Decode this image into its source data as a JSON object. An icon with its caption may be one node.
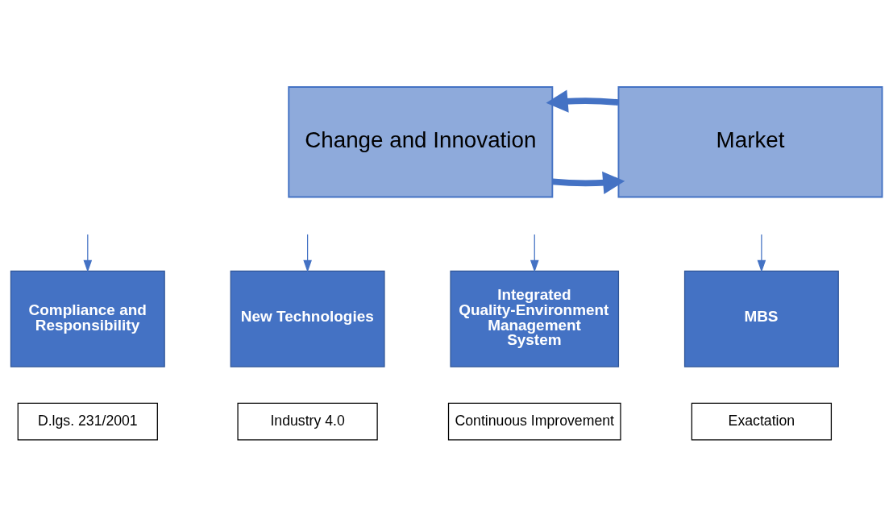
{
  "diagram": {
    "nodes": [
      {
        "text": [
          "Change and Innovation"
        ]
      },
      {
        "text": [
          "Market"
        ]
      },
      {
        "text": [
          "Compliance and Responsibility"
        ]
      },
      {
        "text": [
          "New Technologies"
        ]
      },
      {
        "text": [
          "Integrated Quality-Environment Management System"
        ]
      },
      {
        "text": [
          "MBS"
        ]
      },
      {
        "text": [
          "D.lgs. 231/2001"
        ]
      },
      {
        "text": [
          "Industry 4.0"
        ]
      },
      {
        "text": [
          "Continuous Improvement"
        ]
      },
      {
        "text": [
          "Exactation"
        ]
      }
    ],
    "edges": [
      {
        "from": 0,
        "to": 1,
        "arrow": "to",
        "style": "thick"
      },
      {
        "from": 1,
        "to": 0,
        "arrow": "to",
        "style": "thick"
      },
      {
        "from": null,
        "to": 2,
        "arrow": "to"
      },
      {
        "from": null,
        "to": 3,
        "arrow": "to"
      },
      {
        "from": null,
        "to": 4,
        "arrow": "to"
      },
      {
        "from": null,
        "to": 5,
        "arrow": "to"
      }
    ]
  }
}
